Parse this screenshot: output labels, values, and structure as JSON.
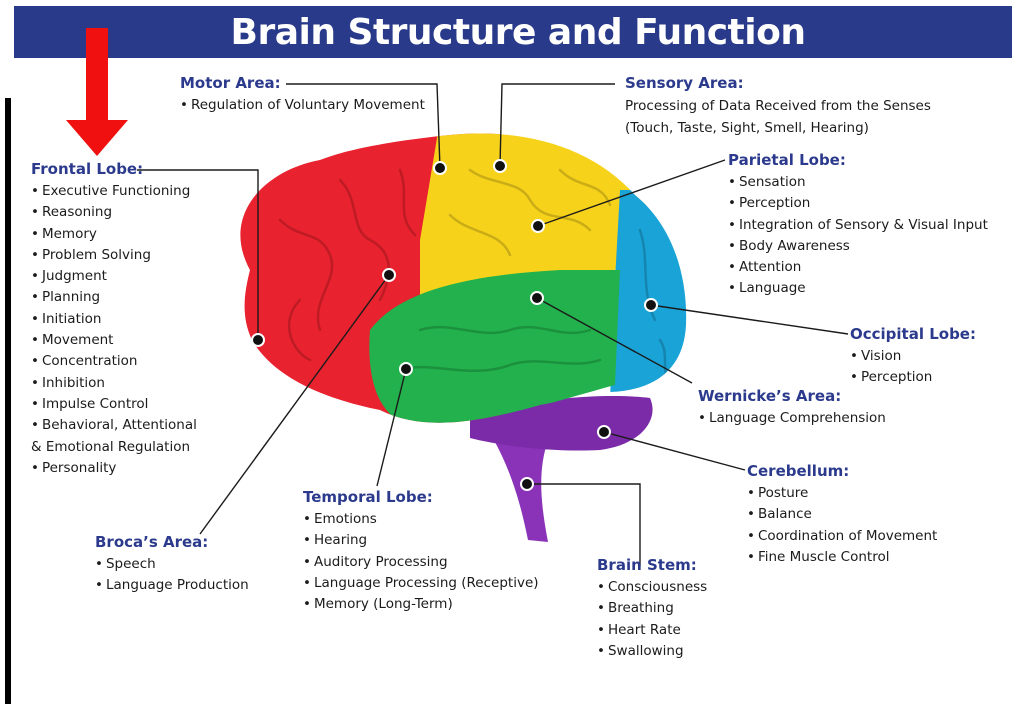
{
  "title": "Brain Structure and Function",
  "colors": {
    "banner": "#293a8a",
    "heading": "#2b3a8c",
    "frontal": "#e8222e",
    "parietal": "#f7d21b",
    "temporal": "#22b14c",
    "occipital": "#1aa3d6",
    "cerebellum": "#7b2aa8",
    "brain_stem": "#8a32b8",
    "arrow": "#f01010"
  },
  "regions": {
    "motor": {
      "title": "Motor Area:",
      "items": [
        "Regulation of Voluntary Movement"
      ]
    },
    "sensory": {
      "title": "Sensory Area:",
      "lines": [
        "Processing of Data Received from the Senses",
        "(Touch, Taste, Sight, Smell, Hearing)"
      ]
    },
    "frontal": {
      "title": "Frontal Lobe:",
      "items": [
        "Executive Functioning",
        "Reasoning",
        "Memory",
        "Problem Solving",
        "Judgment",
        "Planning",
        "Initiation",
        "Movement",
        "Concentration",
        "Inhibition",
        "Impulse Control",
        "Behavioral, Attentional",
        "& Emotional Regulation",
        "Personality"
      ]
    },
    "parietal": {
      "title": "Parietal Lobe:",
      "items": [
        "Sensation",
        "Perception",
        "Integration of Sensory & Visual Input",
        "Body Awareness",
        "Attention",
        "Language"
      ]
    },
    "occipital": {
      "title": "Occipital Lobe:",
      "items": [
        "Vision",
        "Perception"
      ]
    },
    "wernicke": {
      "title": "Wernicke’s Area:",
      "items": [
        "Language Comprehension"
      ]
    },
    "cerebellum": {
      "title": "Cerebellum:",
      "items": [
        "Posture",
        "Balance",
        "Coordination of Movement",
        "Fine Muscle Control"
      ]
    },
    "temporal": {
      "title": "Temporal Lobe:",
      "items": [
        "Emotions",
        "Hearing",
        "Auditory Processing",
        "Language Processing (Receptive)",
        "Memory (Long-Term)"
      ]
    },
    "broca": {
      "title": "Broca’s Area:",
      "items": [
        "Speech",
        "Language Production"
      ]
    },
    "brain_stem": {
      "title": "Brain Stem:",
      "items": [
        "Consciousness",
        "Breathing",
        "Heart Rate",
        "Swallowing"
      ]
    }
  }
}
